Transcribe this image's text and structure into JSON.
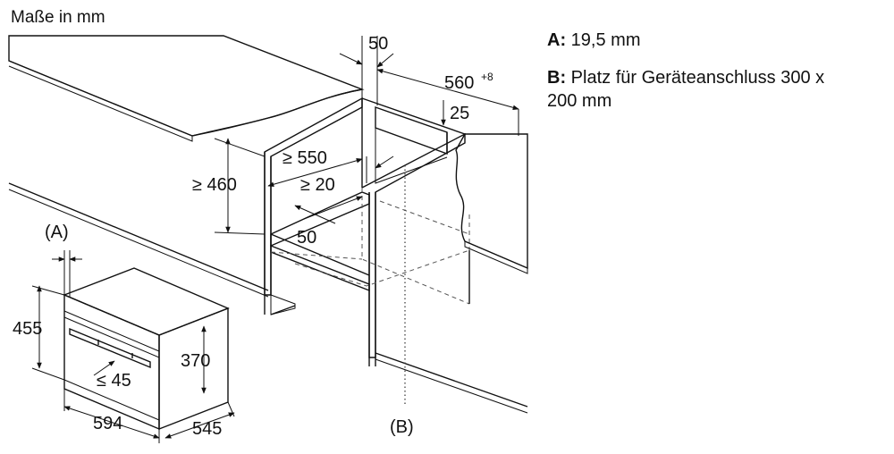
{
  "header": {
    "title": "Maße in mm"
  },
  "legend": {
    "a_key": "A:",
    "a_text": "19,5 mm",
    "b_key": "B:",
    "b_text_line1": "Platz für Geräteanschluss 300 x",
    "b_text_line2": "200 mm"
  },
  "dimensions": {
    "top_gap": "50",
    "cabinet_width": "560",
    "cabinet_width_tol": "+8",
    "top_cut": "25",
    "depth_min": "≥ 550",
    "side_gap": "≥ 20",
    "niche_height": "≥ 460",
    "floor_gap": "50",
    "marker_a": "(A)",
    "marker_b": "(B)",
    "oven_height": "455",
    "door_height": "370",
    "handle_gap": "≤ 45",
    "oven_width": "594",
    "oven_depth": "545"
  },
  "colors": {
    "line": "#111111",
    "countertop_light": "#f4f4f4",
    "countertop_dark": "#dcdcdc",
    "cabinet_face": "#ffffff",
    "hatch": "#222222"
  }
}
